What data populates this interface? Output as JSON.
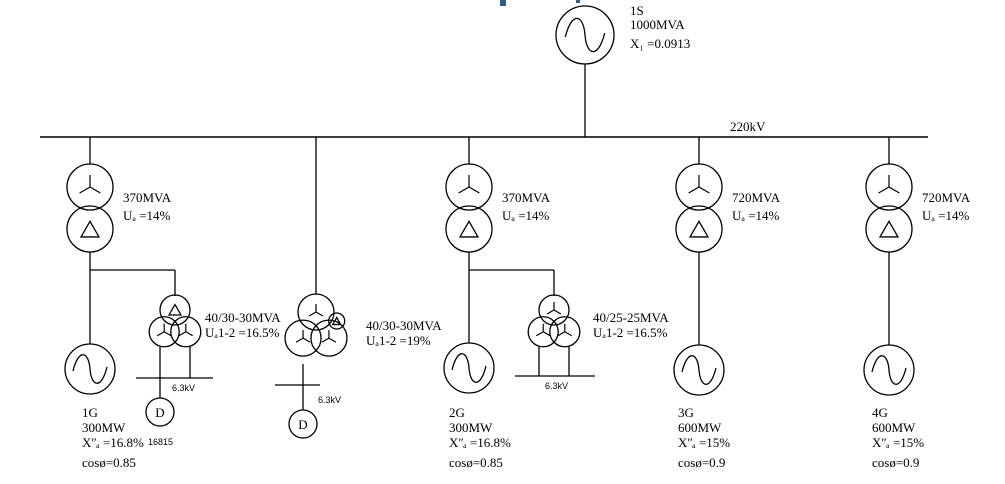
{
  "colors": {
    "line": "#000000",
    "accent_mark": "#2d5f86",
    "background": "#ffffff"
  },
  "system": {
    "name": "1S",
    "capacity": "1000MVA",
    "reactance": "X₁ =0.0913"
  },
  "bus": {
    "voltage": "220kV"
  },
  "transformers": [
    {
      "rating": "370MVA",
      "impedance": "Uₐ =14%"
    },
    {
      "rating": "370MVA",
      "impedance": "Uₐ =14%"
    },
    {
      "rating": "720MVA",
      "impedance": "Uₐ  =14%"
    },
    {
      "rating": "720MVA",
      "impedance": "Uₐ  =14%"
    }
  ],
  "aux_transformers": [
    {
      "rating": "40/30-30MVA",
      "impedance": "Uₐ1-2 =16.5%",
      "lv": "6.3kV"
    },
    {
      "rating": "40/30-30MVA",
      "impedance": "Uₐ1-2 =19%",
      "lv": "6.3kV"
    },
    {
      "rating": "40/25-25MVA",
      "impedance": "Uₐ1-2 =16.5%",
      "lv": "6.3kV"
    }
  ],
  "motors": [
    {
      "symbol": "D",
      "note": "16815"
    },
    {
      "symbol": "D"
    }
  ],
  "generators": [
    {
      "name": "1G",
      "power": "300MW",
      "reactance": "Xʺₐ =16.8%",
      "pf": "cosø=0.85"
    },
    {
      "name": "2G",
      "power": "300MW",
      "reactance": "Xʺₐ =16.8%",
      "pf": "cosø=0.85"
    },
    {
      "name": "3G",
      "power": "600MW",
      "reactance": "Xʺₐ  =15%",
      "pf": "cosø=0.9"
    },
    {
      "name": "4G",
      "power": "600MW",
      "reactance": "Xʺₐ  =15%",
      "pf": "cosø=0.9"
    }
  ]
}
